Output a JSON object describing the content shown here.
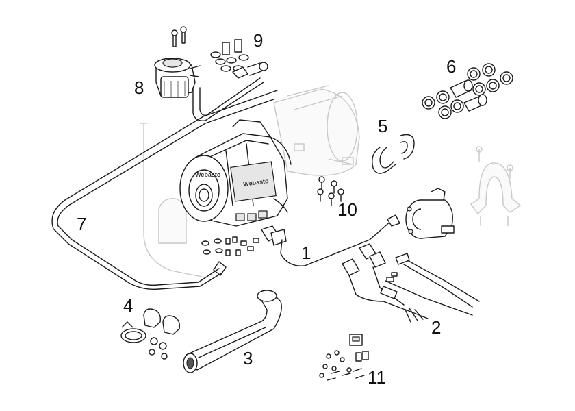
{
  "callouts": {
    "c1": "1",
    "c2": "2",
    "c3": "3",
    "c4": "4",
    "c5": "5",
    "c6": "6",
    "c7": "7",
    "c8": "8",
    "c9": "9",
    "c10": "10",
    "c11": "11"
  },
  "brand": {
    "logo_text": "Webasto"
  },
  "colors": {
    "line": "#1a1a1a",
    "ghost": "#c8c8c8",
    "background": "#ffffff"
  }
}
